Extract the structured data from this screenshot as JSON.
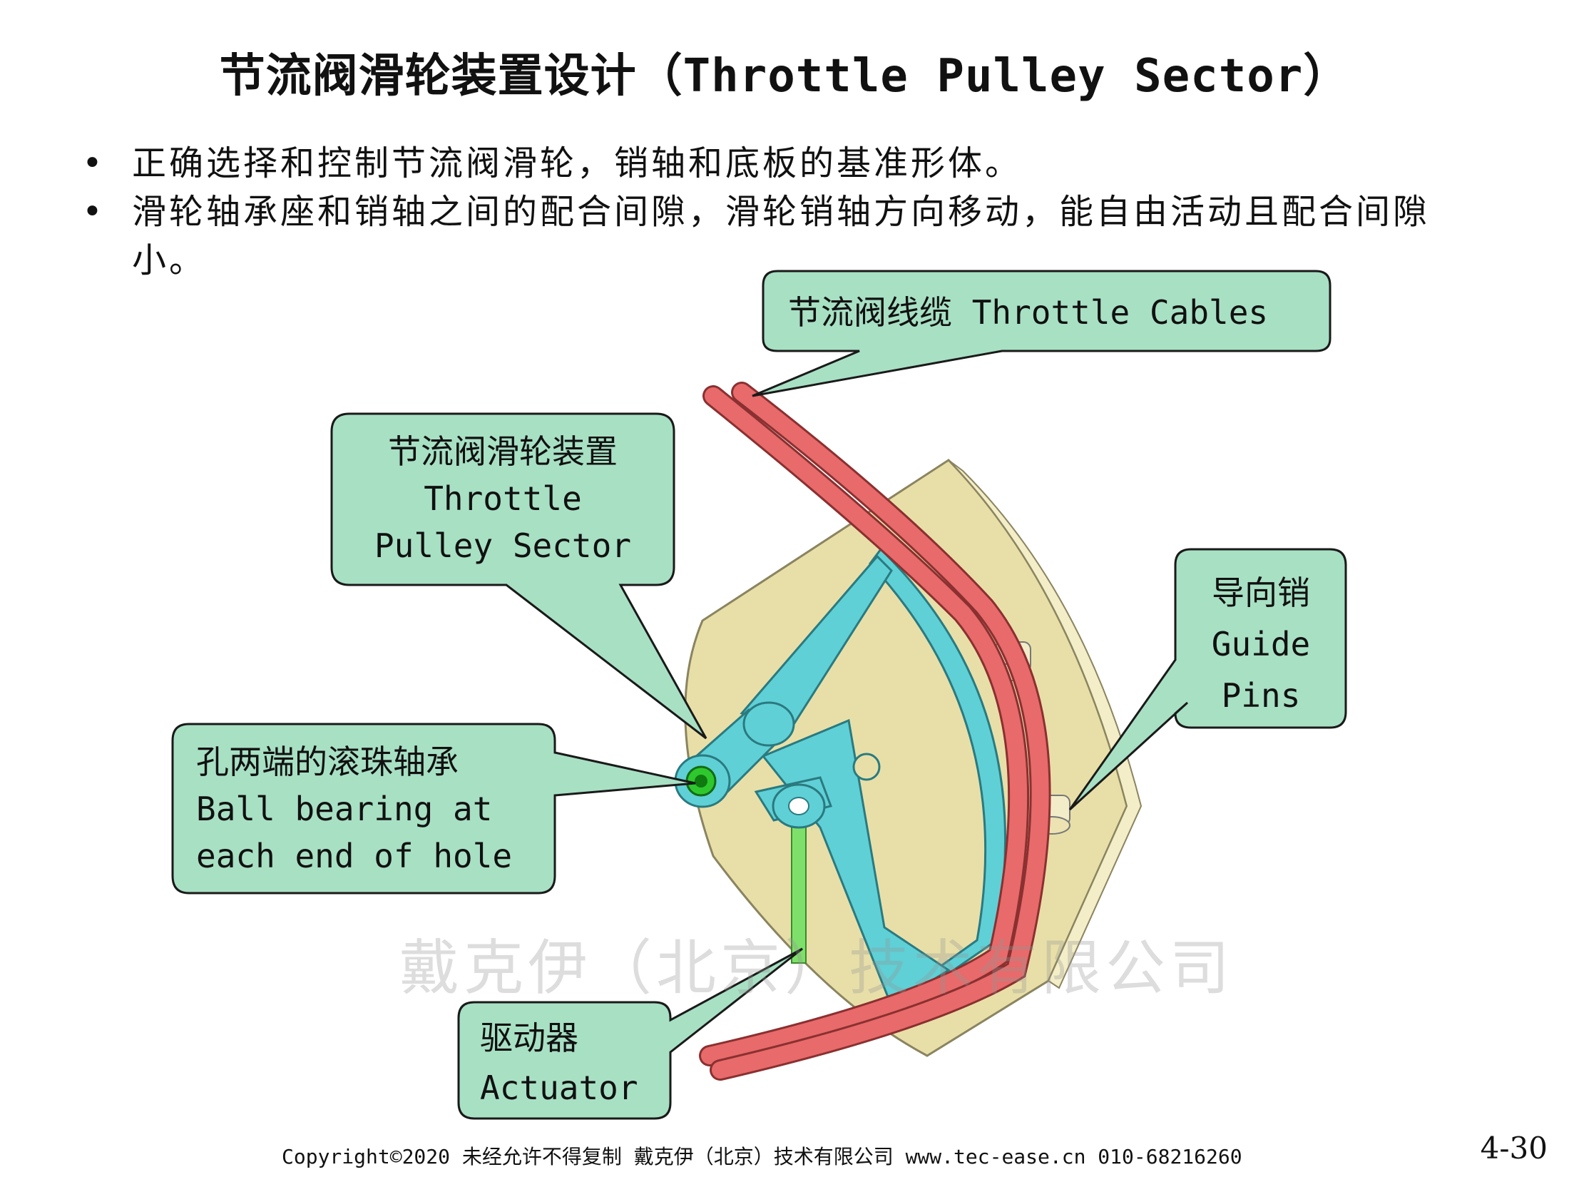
{
  "title": "节流阀滑轮装置设计（Throttle Pulley Sector）",
  "bullets": [
    "正确选择和控制节流阀滑轮，销轴和底板的基准形体。",
    "滑轮轴承座和销轴之间的配合间隙，滑轮销轴方向移动，能自由活动且配合间隙小。"
  ],
  "callouts": {
    "cables": [
      "节流阀线缆 Throttle Cables"
    ],
    "pulley": [
      "节流阀滑轮装置",
      "Throttle",
      "Pulley Sector"
    ],
    "guide_pins": [
      "导向销",
      "Guide",
      "Pins"
    ],
    "bearing": [
      "孔两端的滚珠轴承",
      "Ball bearing at",
      "each end of hole"
    ],
    "actuator": [
      "驱动器",
      "Actuator"
    ]
  },
  "watermark": "戴克伊（北京）技术有限公司",
  "footer": "Copyright©2020 未经允许不得复制  戴克伊（北京）技术有限公司  www.tec-ease.cn  010-68216260",
  "page_number": "4-30",
  "colors": {
    "callout_fill": "#a8e0c4",
    "plate": "#e8dfa8",
    "cable": "#e86a6a",
    "pulley": "#5fd0d6",
    "pin": "#f3ecc8",
    "actuator": "#7ee06a"
  }
}
